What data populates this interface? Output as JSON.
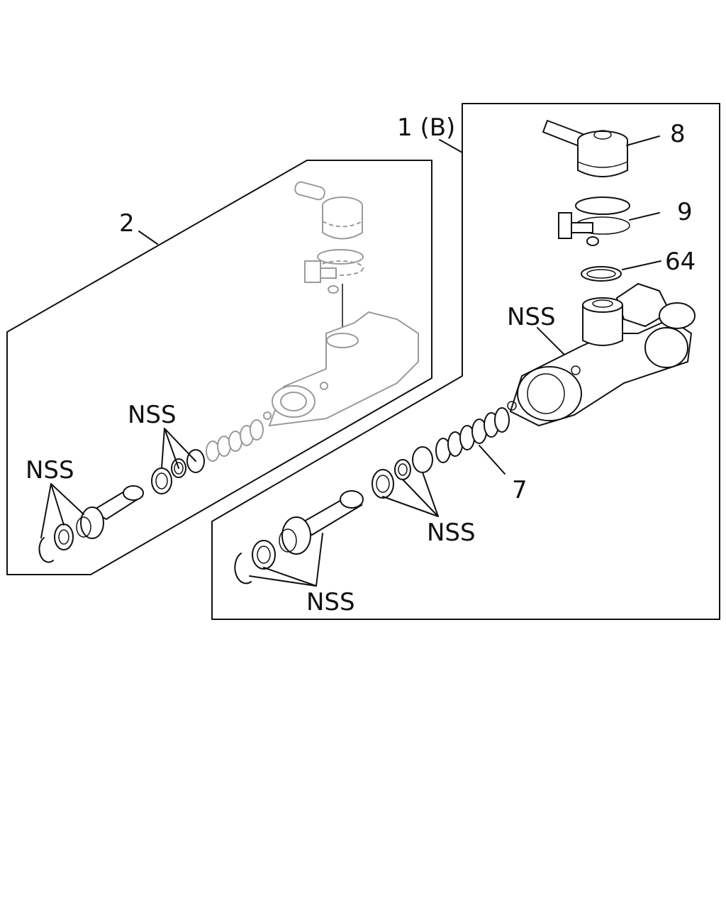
{
  "labels": {
    "assembly_b": "1 (B)",
    "assembly_2": "2",
    "part_8": "8",
    "part_9": "9",
    "part_64": "64",
    "part_7": "7",
    "nss": "NSS"
  }
}
